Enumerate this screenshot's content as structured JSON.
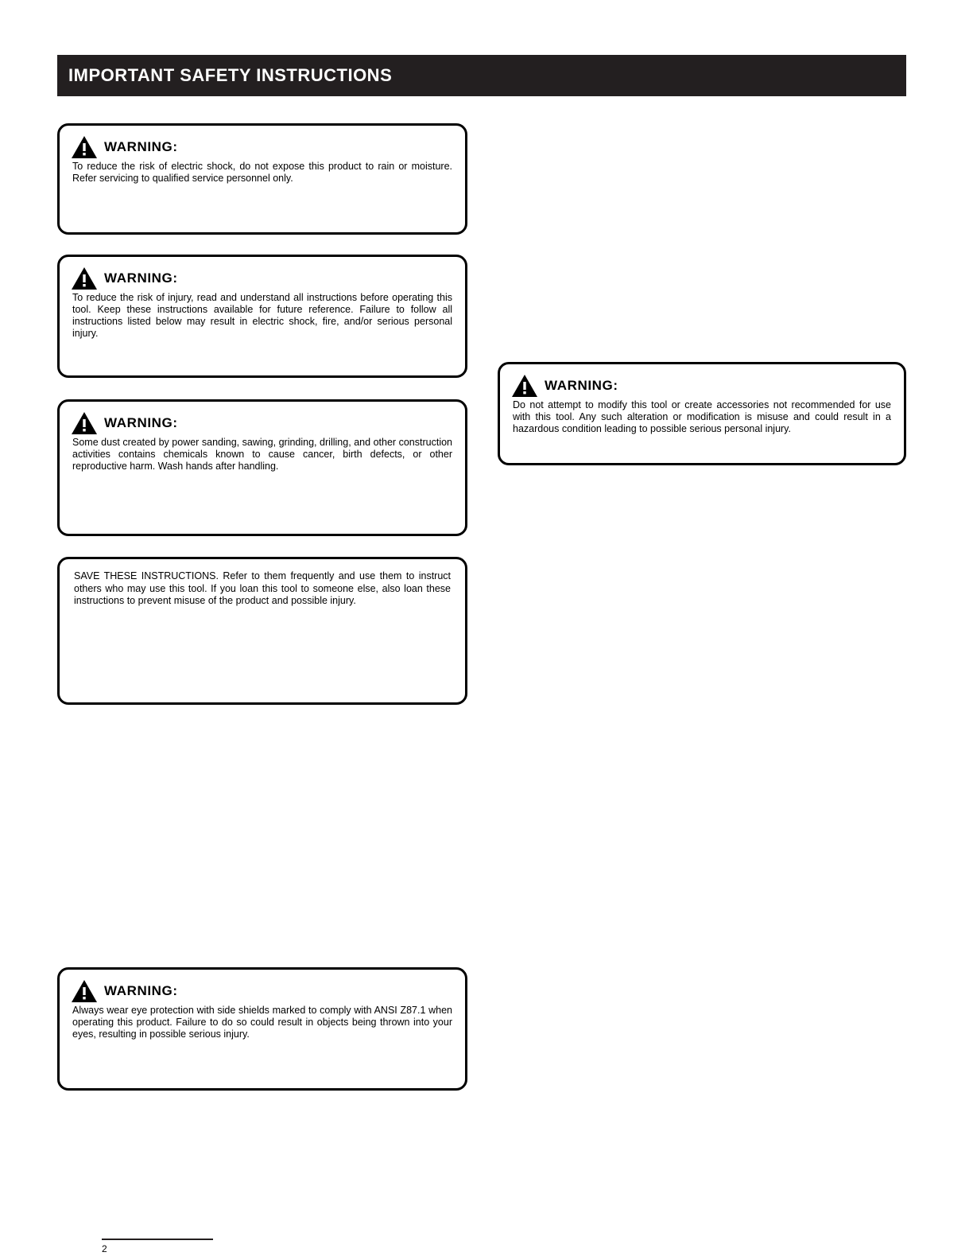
{
  "header": {
    "title": "IMPORTANT SAFETY INSTRUCTIONS"
  },
  "boxes": [
    {
      "id": "warning-shock",
      "icon": "warning-triangle-icon",
      "label": "WARNING:",
      "text": "To reduce the risk of electric shock, do not expose this product to rain or moisture. Refer servicing to qualified service personnel only."
    },
    {
      "id": "warning-injury",
      "icon": "warning-triangle-icon",
      "label": "WARNING:",
      "text": "To reduce the risk of injury, read and understand all instructions before operating this tool. Keep these instructions available for future reference. Failure to follow all instructions listed below may result in electric shock, fire, and/or serious personal injury."
    },
    {
      "id": "warning-battery",
      "icon": "warning-triangle-icon",
      "label": "WARNING:",
      "text": "Some dust created by power sanding, sawing, grinding, drilling, and other construction activities contains chemicals known to cause cancer, birth defects, or other reproductive harm. Wash hands after handling."
    },
    {
      "id": "notice-save",
      "icon": "",
      "label": "",
      "text": "SAVE THESE INSTRUCTIONS. Refer to them frequently and use them to instruct others who may use this tool. If you loan this tool to someone else, also loan these instructions to prevent misuse of the product and possible injury."
    },
    {
      "id": "warning-charger",
      "icon": "warning-triangle-icon",
      "label": "WARNING:",
      "text": "Do not attempt to modify this tool or create accessories not recommended for use with this tool. Any such alteration or modification is misuse and could result in a hazardous condition leading to possible serious personal injury."
    },
    {
      "id": "warning-service",
      "icon": "warning-triangle-icon",
      "label": "WARNING:",
      "text": "Always wear eye protection with side shields marked to comply with ANSI Z87.1 when operating this product. Failure to do so could result in objects being thrown into your eyes, resulting in possible serious injury."
    }
  ],
  "footer": {
    "page": "2"
  }
}
